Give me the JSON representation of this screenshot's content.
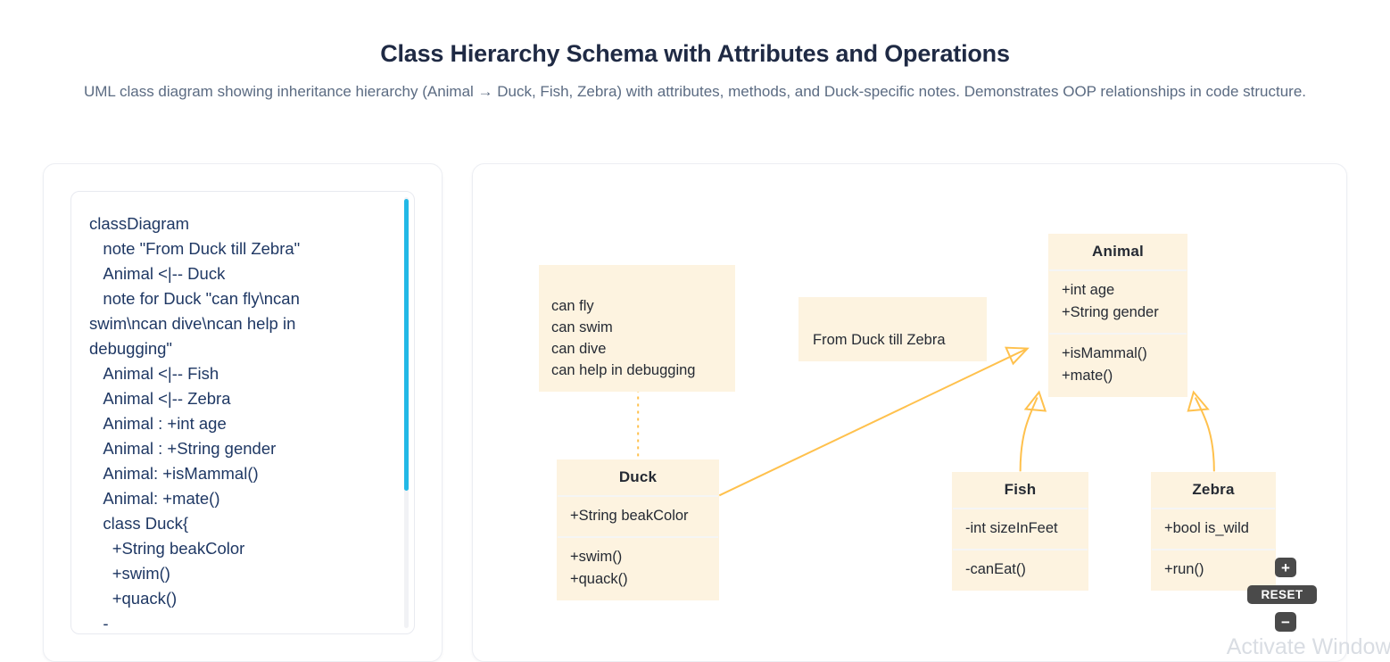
{
  "header": {
    "title": "Class Hierarchy Schema with Attributes and Operations",
    "subtitle": "UML class diagram showing inheritance hierarchy (Animal → Duck, Fish, Zebra) with attributes, methods, and Duck-specific notes. Demonstrates OOP relationships in code structure."
  },
  "code_panel": {
    "source": "classDiagram\n   note \"From Duck till Zebra\"\n   Animal <|-- Duck\n   note for Duck \"can fly\\ncan swim\\ncan dive\\ncan help in debugging\"\n   Animal <|-- Fish\n   Animal <|-- Zebra\n   Animal : +int age\n   Animal : +String gender\n   Animal: +isMammal()\n   Animal: +mate()\n   class Duck{\n     +String beakColor\n     +swim()\n     +quack()\n   -"
  },
  "diagram": {
    "classes": [
      {
        "name": "Animal",
        "attributes": [
          "+int age",
          "+String gender"
        ],
        "methods": [
          "+isMammal()",
          "+mate()"
        ]
      },
      {
        "name": "Duck",
        "attributes": [
          "+String beakColor"
        ],
        "methods": [
          "+swim()",
          "+quack()"
        ]
      },
      {
        "name": "Fish",
        "attributes": [
          "-int sizeInFeet"
        ],
        "methods": [
          "-canEat()"
        ]
      },
      {
        "name": "Zebra",
        "attributes": [
          "+bool is_wild"
        ],
        "methods": [
          "+run()"
        ]
      }
    ],
    "notes": [
      {
        "id": "duck-note",
        "text": "can fly\ncan swim\ncan dive\ncan help in debugging"
      },
      {
        "id": "general-note",
        "text": "From Duck till Zebra"
      }
    ],
    "relations": [
      {
        "from": "Duck",
        "to": "Animal",
        "type": "inheritance"
      },
      {
        "from": "Fish",
        "to": "Animal",
        "type": "inheritance"
      },
      {
        "from": "Zebra",
        "to": "Animal",
        "type": "inheritance"
      }
    ],
    "colors": {
      "node_fill": "#fdf3e0",
      "edge": "#ffc14d",
      "text": "#252a33"
    }
  },
  "zoom_controls": {
    "zoom_in_label": "+",
    "reset_label": "RESET",
    "zoom_out_label": "−"
  },
  "watermark": {
    "text": "Activate Windows"
  }
}
